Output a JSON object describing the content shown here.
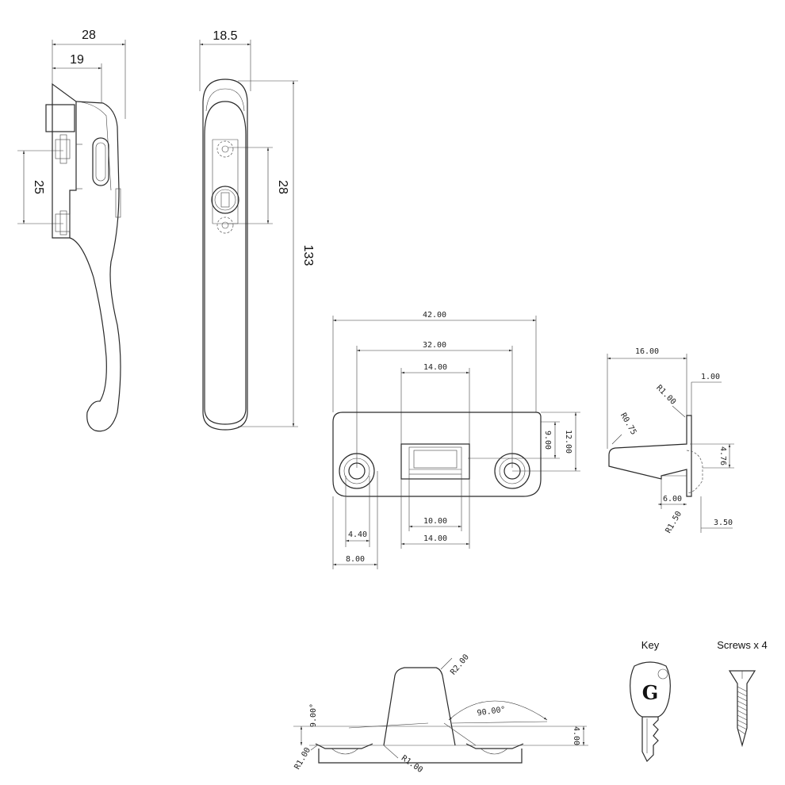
{
  "handle_side": {
    "dims": {
      "overall_width": "28",
      "inner_width": "19",
      "spindle_pitch": "25"
    }
  },
  "handle_front": {
    "dims": {
      "width": "18.5",
      "screw_pitch": "28",
      "length": "133"
    }
  },
  "keep_plate": {
    "dims": {
      "length": "42.00",
      "hole_centres": "32.00",
      "slot_top": "14.00",
      "height_centre": "9.00",
      "height": "12.00",
      "hole_dia": "4.40",
      "csk_dia": "8.00",
      "slot_inner": "10.00",
      "slot_outer": "14.00"
    }
  },
  "keep_side": {
    "dims": {
      "width": "16.00",
      "flange": "1.00",
      "radius_top": "R1.00",
      "radius_tip": "R0.75",
      "depth": "4.76",
      "step": "6.00",
      "radius_base": "R1.50",
      "thickness": "3.50"
    }
  },
  "wedge": {
    "dims": {
      "radius_top": "R2.00",
      "angle_side": "9.00°",
      "angle_csk": "90.00°",
      "height": "4.00",
      "radius_left": "R1.00",
      "radius_mid": "R1.00"
    }
  },
  "key": {
    "label": "Key",
    "logo": "G"
  },
  "screws": {
    "label": "Screws x 4"
  },
  "colors": {
    "line": "#2a2a2a",
    "background": "#ffffff"
  }
}
